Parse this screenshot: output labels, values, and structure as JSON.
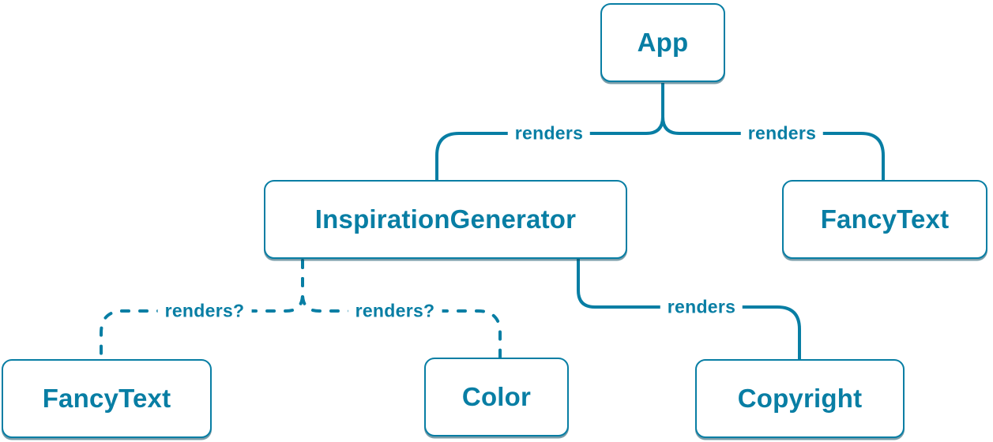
{
  "diagram": {
    "type": "component-render-tree",
    "colors": {
      "accent": "#087ea4",
      "node_background": "#ffffff"
    },
    "nodes": {
      "app": {
        "label": "App"
      },
      "inspiration_generator": {
        "label": "InspirationGenerator"
      },
      "fancy_text_top": {
        "label": "FancyText"
      },
      "fancy_text_bottom": {
        "label": "FancyText"
      },
      "color": {
        "label": "Color"
      },
      "copyright": {
        "label": "Copyright"
      }
    },
    "edges": [
      {
        "from": "App",
        "to": "InspirationGenerator",
        "label": "renders",
        "style": "solid"
      },
      {
        "from": "App",
        "to": "FancyText",
        "label": "renders",
        "style": "solid"
      },
      {
        "from": "InspirationGenerator",
        "to": "FancyText",
        "label": "renders?",
        "style": "dashed"
      },
      {
        "from": "InspirationGenerator",
        "to": "Color",
        "label": "renders?",
        "style": "dashed"
      },
      {
        "from": "InspirationGenerator",
        "to": "Copyright",
        "label": "renders",
        "style": "solid"
      }
    ]
  }
}
